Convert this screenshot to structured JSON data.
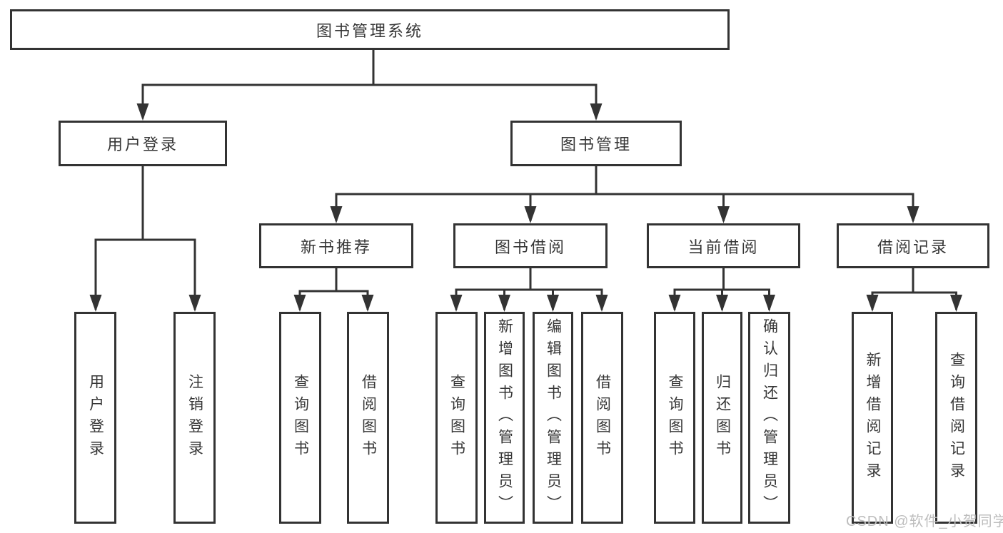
{
  "diagram": {
    "title": "图书管理系统",
    "root": {
      "label": "图书管理系统"
    },
    "branches": {
      "user_login": {
        "label": "用户登录",
        "children": {
          "login": {
            "label": "用户登录"
          },
          "logout": {
            "label": "注销登录"
          }
        }
      },
      "book_management": {
        "label": "图书管理",
        "children": {
          "new_book_recommend": {
            "label": "新书推荐",
            "children": {
              "query_books": {
                "label": "查询图书"
              },
              "borrow_books": {
                "label": "借阅图书"
              }
            }
          },
          "book_borrowing": {
            "label": "图书借阅",
            "children": {
              "query_books": {
                "label": "查询图书"
              },
              "add_books": {
                "label": "新增图书（管理员）"
              },
              "edit_books": {
                "label": "编辑图书（管理员）"
              },
              "borrow_books": {
                "label": "借阅图书"
              }
            }
          },
          "current_borrowing": {
            "label": "当前借阅",
            "children": {
              "query_books": {
                "label": "查询图书"
              },
              "return_books": {
                "label": "归还图书"
              },
              "confirm_return": {
                "label": "确认归还（管理员）"
              }
            }
          },
          "borrowing_records": {
            "label": "借阅记录",
            "children": {
              "add_record": {
                "label": "新增借阅记录"
              },
              "query_record": {
                "label": "查询借阅记录"
              }
            }
          }
        }
      }
    }
  },
  "watermark": {
    "text": "CSDN @软件_小贺同学"
  },
  "colors": {
    "line": "#333333",
    "text": "#363636",
    "box_background": "#ffffff",
    "watermark": "#bdbdbd",
    "page_background": "#ffffff"
  }
}
